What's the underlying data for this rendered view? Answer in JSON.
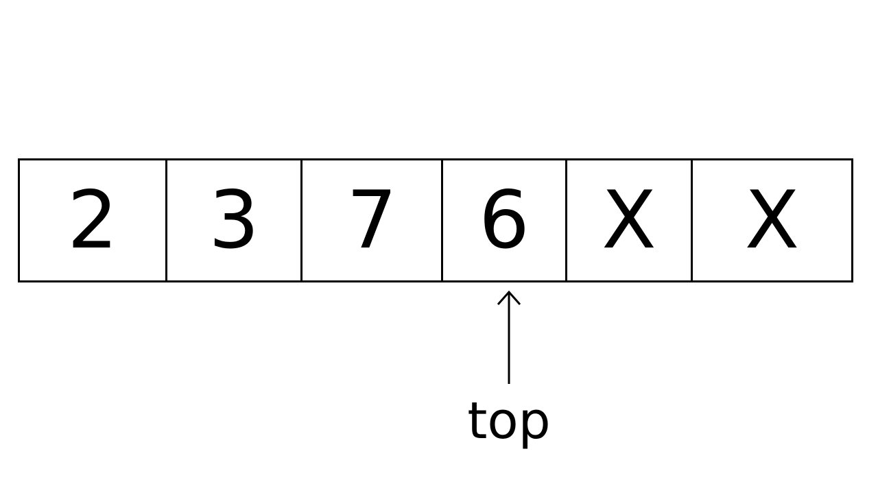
{
  "array": {
    "cells": [
      "2",
      "3",
      "7",
      "6",
      "X",
      "X"
    ]
  },
  "pointer": {
    "label": "top",
    "target_index": 3
  },
  "colors": {
    "stroke": "#000000",
    "background": "#ffffff"
  }
}
